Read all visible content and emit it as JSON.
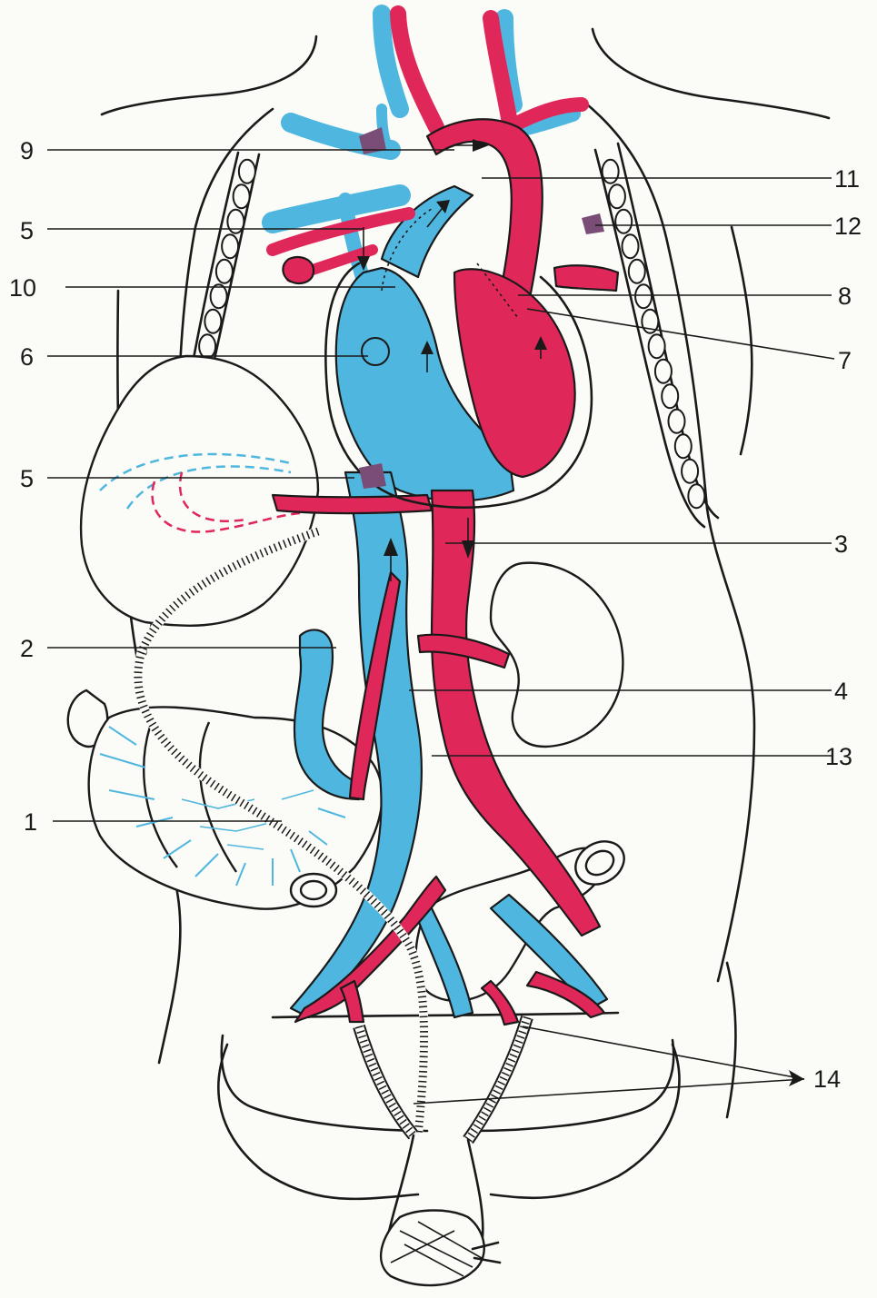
{
  "labels": [
    "9",
    "5",
    "10",
    "6",
    "5",
    "2",
    "1",
    "11",
    "12",
    "8",
    "7",
    "3",
    "4",
    "13",
    "14"
  ],
  "colors": {
    "venous_blood": "#4fb7df",
    "arterial_blood": "#e0275a",
    "mixed_blood": "#7a4d76",
    "outline": "#1a1a1a",
    "paper": "#fbfbf7"
  }
}
